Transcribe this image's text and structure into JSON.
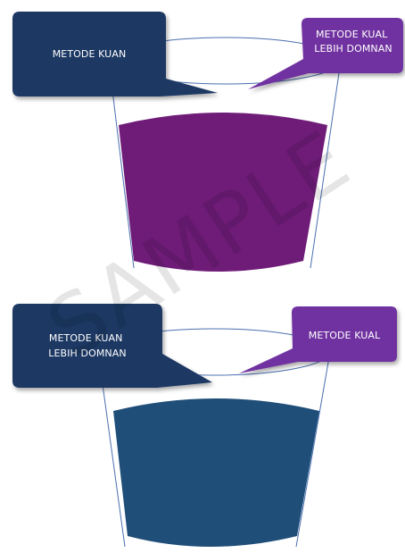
{
  "watermark": "SAMPLE",
  "diagrams": [
    {
      "left_callout": {
        "lines": [
          "METODE KUAN"
        ]
      },
      "right_callout": {
        "lines": [
          "METODE KUAL",
          "LEBIH DOMNAN"
        ]
      },
      "fill_color": "#6f1c78"
    },
    {
      "left_callout": {
        "lines": [
          "METODE KUAN",
          "LEBIH DOMNAN"
        ]
      },
      "right_callout": {
        "lines": [
          "METODE KUAL"
        ]
      },
      "fill_color": "#1f4e79"
    }
  ],
  "colors": {
    "navy_callout": "#1f3864",
    "purple_callout": "#7030a0",
    "glass_outline": "#4a6fb0"
  }
}
